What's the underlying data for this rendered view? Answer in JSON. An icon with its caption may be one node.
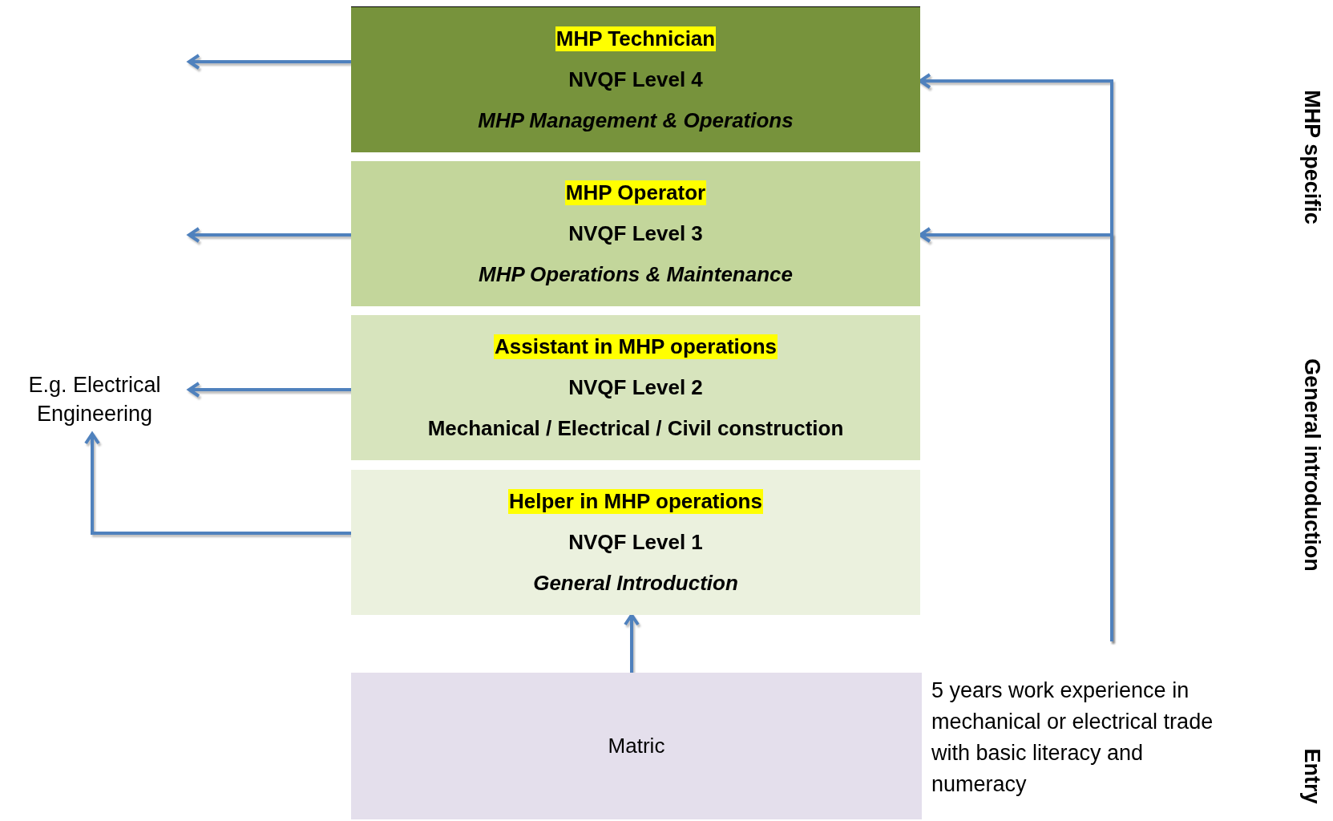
{
  "diagram": {
    "nodes": [
      {
        "text": [
          "MHP Technician",
          "NVQF Level 4",
          "MHP Management & Operations"
        ]
      },
      {
        "text": [
          "MHP Operator",
          "NVQF Level 3",
          "MHP Operations & Maintenance"
        ]
      },
      {
        "text": [
          "Assistant in MHP operations",
          "NVQF Level 2",
          "Mechanical / Electrical / Civil construction"
        ]
      },
      {
        "text": [
          "Helper in MHP operations",
          "NVQF Level 1",
          "General Introduction"
        ]
      },
      {
        "text": [
          "Matric"
        ]
      },
      {
        "text": [
          "E.g. Electrical Engineering"
        ]
      },
      {
        "text": [
          "5 years work experience in mechanical or electrical trade with basic literacy and numeracy"
        ]
      }
    ],
    "edges": [
      {
        "from": 0,
        "to": null,
        "arrow": "to"
      },
      {
        "from": 1,
        "to": null,
        "arrow": "to"
      },
      {
        "from": 2,
        "to": 5,
        "arrow": "to"
      },
      {
        "from": 3,
        "to": 5,
        "arrow": "to"
      },
      {
        "from": 4,
        "to": 3,
        "arrow": "to"
      },
      {
        "from": 6,
        "to": 0,
        "arrow": "to"
      },
      {
        "from": 6,
        "to": 1,
        "arrow": "to"
      }
    ],
    "labels": [
      "MHP specific",
      "General introduction",
      "Entry"
    ]
  }
}
